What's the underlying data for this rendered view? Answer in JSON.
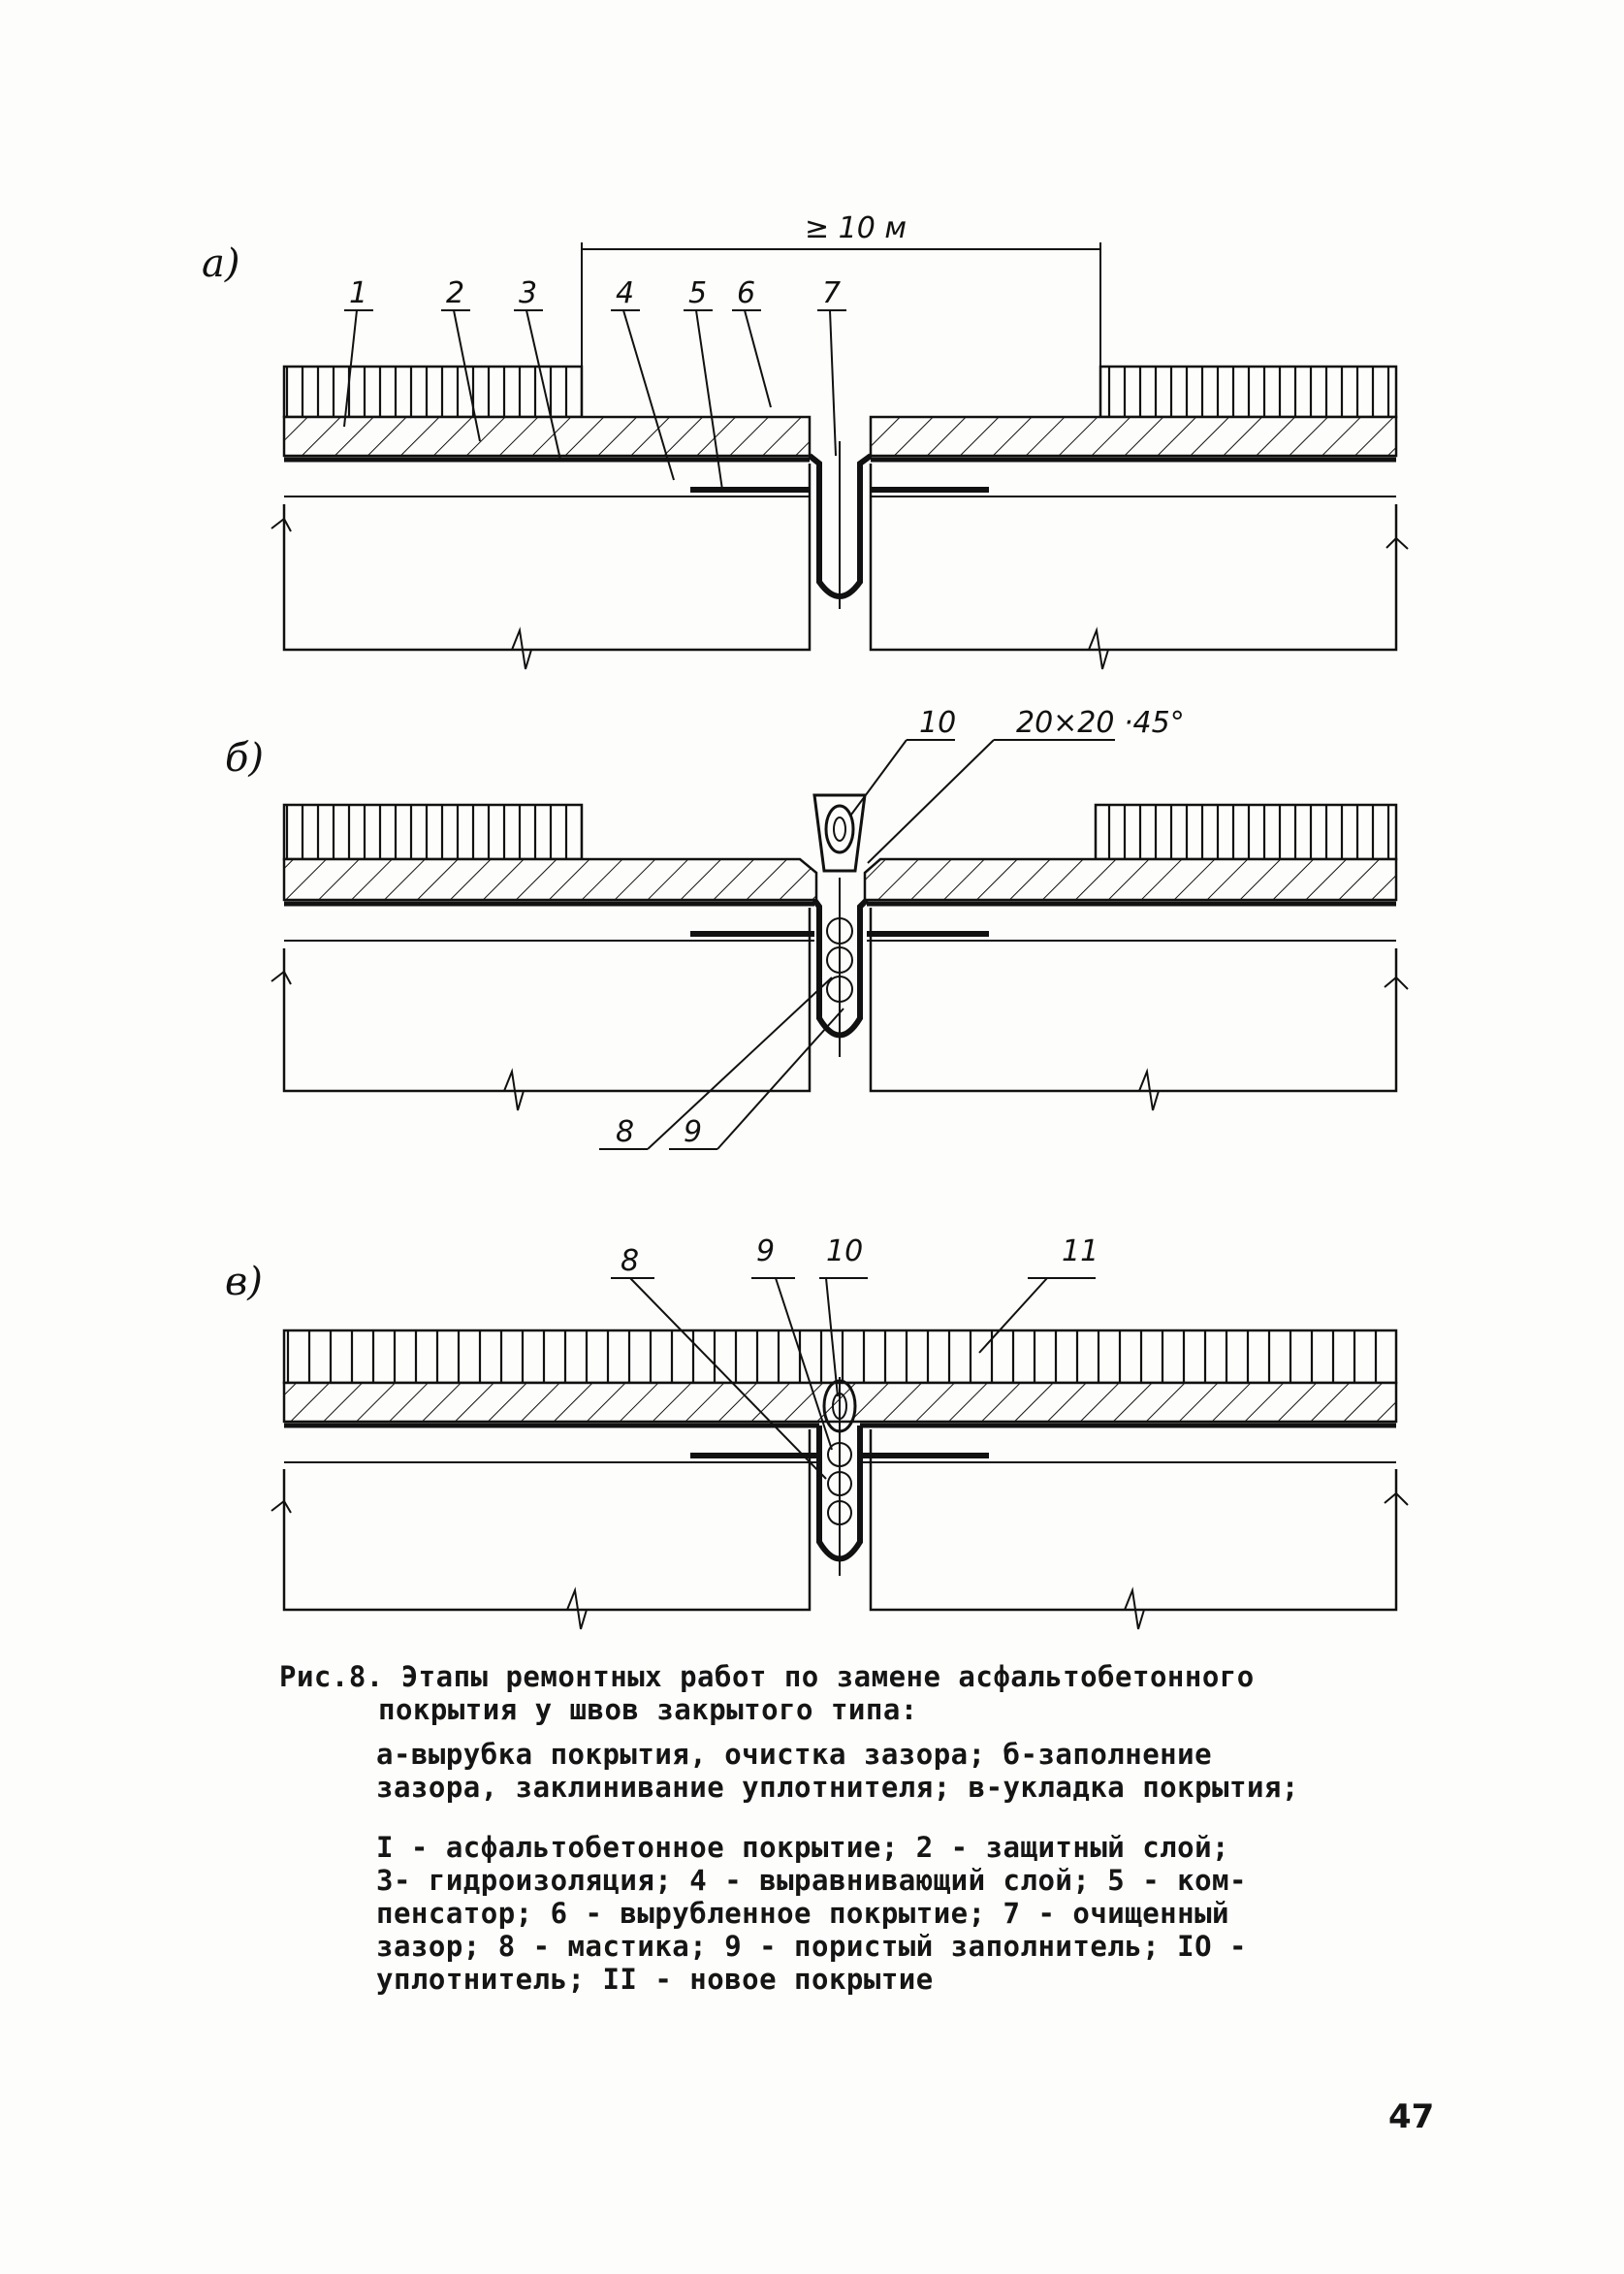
{
  "figure": {
    "panels": [
      {
        "id": "a",
        "label": "а)",
        "dimension": "≥ 10 м",
        "callouts": [
          "1",
          "2",
          "3",
          "4",
          "5",
          "6",
          "7"
        ]
      },
      {
        "id": "b",
        "label": "б)",
        "callouts_top": [
          "10",
          "20×20 ·45°"
        ],
        "callouts_bottom": [
          "8",
          "9"
        ]
      },
      {
        "id": "c",
        "label": "в)",
        "callouts": [
          "8",
          "9",
          "10",
          "11"
        ]
      }
    ]
  },
  "caption": {
    "title_line1": "Рис.8. Этапы ремонтных работ по замене асфальтобетонного",
    "title_line2": "покрытия у швов закрытого типа:",
    "stages_line1": "а-вырубка покрытия, очистка зазора; б-заполнение",
    "stages_line2": "зазора, заклинивание уплотнителя; в-укладка покрытия;",
    "legend_line1": "I - асфальтобетонное покрытие; 2 - защитный слой;",
    "legend_line2": "3- гидроизоляция; 4 - выравнивающий слой; 5 - ком-",
    "legend_line3": "пенсатор; 6 - вырубленное покрытие; 7 - очищенный",
    "legend_line4": "зазор; 8 - мастика; 9 - пористый заполнитель; IO -",
    "legend_line5": "уплотнитель; II - новое покрытие"
  },
  "page_number": "47"
}
